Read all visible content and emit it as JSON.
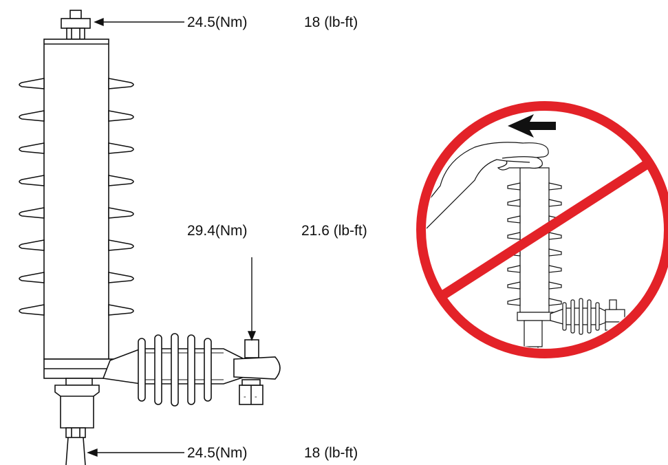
{
  "torque_specs": {
    "top": {
      "metric": "24.5(Nm)",
      "imperial": "18 (lb-ft)"
    },
    "middle": {
      "metric": "29.4(Nm)",
      "imperial": "21.6 (lb-ft)"
    },
    "bottom": {
      "metric": "24.5(Nm)",
      "imperial": "18 (lb-ft)"
    }
  },
  "prohibition_sign": {
    "color": "#e32228",
    "meaning": "do not hold or twist arrester by hand at top terminal"
  },
  "icons": [
    "surge-arrester-drawing",
    "prohibition-sign-icon",
    "hand-icon",
    "left-arrow-icon"
  ]
}
